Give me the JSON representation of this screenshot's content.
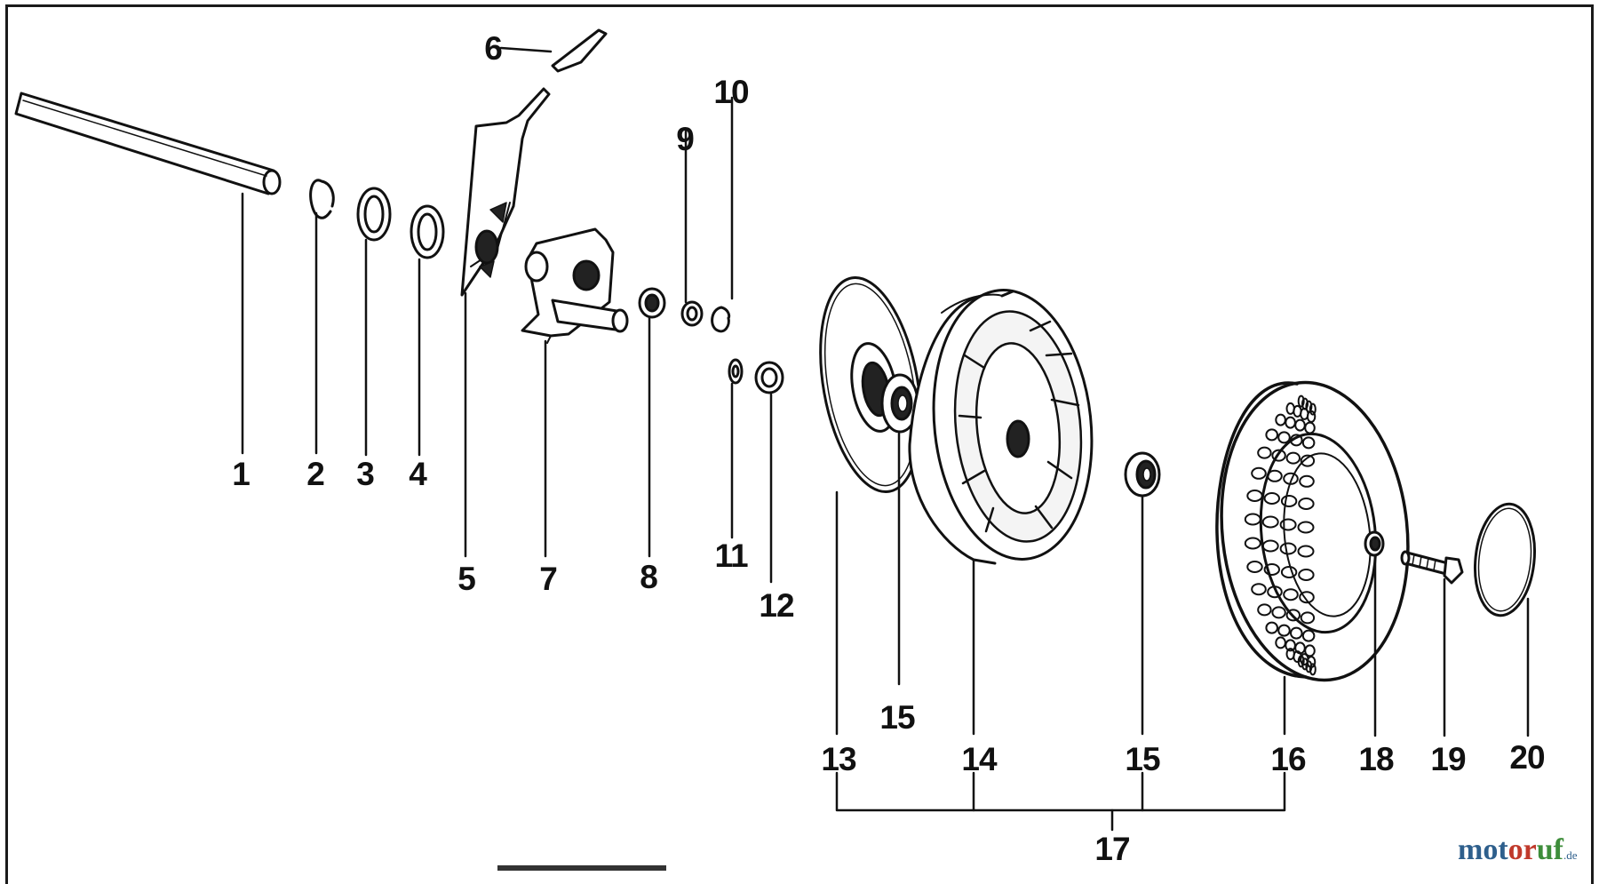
{
  "diagram": {
    "part_labels": [
      "1",
      "2",
      "3",
      "4",
      "5",
      "6",
      "7",
      "8",
      "9",
      "10",
      "11",
      "12",
      "13",
      "15",
      "14",
      "15",
      "16",
      "18",
      "19",
      "20",
      "17"
    ]
  },
  "watermark": {
    "part1": "mot",
    "part2": "or",
    "part3": "uf",
    "suffix": ".de"
  }
}
